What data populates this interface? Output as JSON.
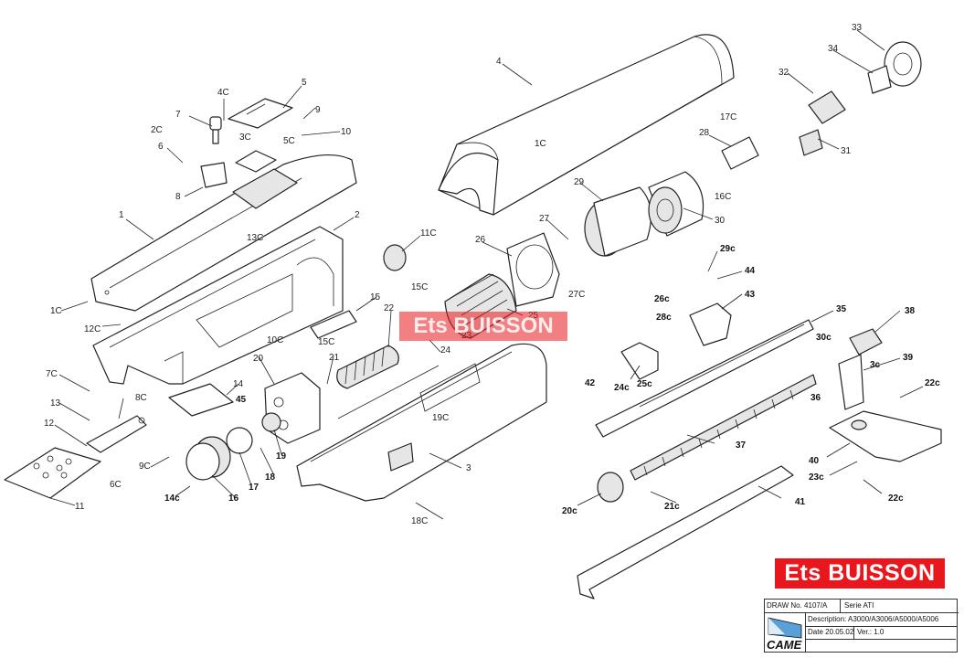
{
  "diagram": {
    "labels": [
      {
        "id": "1",
        "text": "1"
      },
      {
        "id": "1C",
        "text": "1C"
      },
      {
        "id": "1C-b",
        "text": "1C"
      },
      {
        "id": "2",
        "text": "2"
      },
      {
        "id": "2C",
        "text": "2C"
      },
      {
        "id": "3",
        "text": "3"
      },
      {
        "id": "3C",
        "text": "3C"
      },
      {
        "id": "4",
        "text": "4"
      },
      {
        "id": "4C",
        "text": "4C"
      },
      {
        "id": "5",
        "text": "5"
      },
      {
        "id": "5C",
        "text": "5C"
      },
      {
        "id": "6",
        "text": "6"
      },
      {
        "id": "6C",
        "text": "6C"
      },
      {
        "id": "7",
        "text": "7"
      },
      {
        "id": "7C",
        "text": "7C"
      },
      {
        "id": "8",
        "text": "8"
      },
      {
        "id": "8C",
        "text": "8C"
      },
      {
        "id": "9",
        "text": "9"
      },
      {
        "id": "9C",
        "text": "9C"
      },
      {
        "id": "10",
        "text": "10"
      },
      {
        "id": "10C",
        "text": "10C"
      },
      {
        "id": "11",
        "text": "11"
      },
      {
        "id": "11C",
        "text": "11C"
      },
      {
        "id": "12",
        "text": "12"
      },
      {
        "id": "12C",
        "text": "12C"
      },
      {
        "id": "13",
        "text": "13"
      },
      {
        "id": "13C",
        "text": "13C"
      },
      {
        "id": "14",
        "text": "14"
      },
      {
        "id": "14c",
        "text": "14c"
      },
      {
        "id": "15",
        "text": "15"
      },
      {
        "id": "15C",
        "text": "15C"
      },
      {
        "id": "15C-b",
        "text": "15C"
      },
      {
        "id": "16",
        "text": "16"
      },
      {
        "id": "16C",
        "text": "16C"
      },
      {
        "id": "17",
        "text": "17"
      },
      {
        "id": "17C",
        "text": "17C"
      },
      {
        "id": "18",
        "text": "18"
      },
      {
        "id": "18C",
        "text": "18C"
      },
      {
        "id": "19",
        "text": "19"
      },
      {
        "id": "19C",
        "text": "19C"
      },
      {
        "id": "20",
        "text": "20"
      },
      {
        "id": "20c",
        "text": "20c"
      },
      {
        "id": "21",
        "text": "21"
      },
      {
        "id": "21c",
        "text": "21c"
      },
      {
        "id": "22",
        "text": "22"
      },
      {
        "id": "22c",
        "text": "22c"
      },
      {
        "id": "22c-b",
        "text": "22c"
      },
      {
        "id": "23",
        "text": "23"
      },
      {
        "id": "23c",
        "text": "23c"
      },
      {
        "id": "24",
        "text": "24"
      },
      {
        "id": "24c",
        "text": "24c"
      },
      {
        "id": "25",
        "text": "25"
      },
      {
        "id": "25c",
        "text": "25c"
      },
      {
        "id": "26",
        "text": "26"
      },
      {
        "id": "26c",
        "text": "26c"
      },
      {
        "id": "27",
        "text": "27"
      },
      {
        "id": "27C",
        "text": "27C"
      },
      {
        "id": "28",
        "text": "28"
      },
      {
        "id": "28c",
        "text": "28c"
      },
      {
        "id": "29",
        "text": "29"
      },
      {
        "id": "29c",
        "text": "29c"
      },
      {
        "id": "30",
        "text": "30"
      },
      {
        "id": "30c",
        "text": "30c"
      },
      {
        "id": "31",
        "text": "31"
      },
      {
        "id": "32",
        "text": "32"
      },
      {
        "id": "33",
        "text": "33"
      },
      {
        "id": "34",
        "text": "34"
      },
      {
        "id": "35",
        "text": "35"
      },
      {
        "id": "36",
        "text": "36"
      },
      {
        "id": "37",
        "text": "37"
      },
      {
        "id": "38",
        "text": "38"
      },
      {
        "id": "39",
        "text": "39"
      },
      {
        "id": "3c",
        "text": "3c"
      },
      {
        "id": "40",
        "text": "40"
      },
      {
        "id": "41",
        "text": "41"
      },
      {
        "id": "42",
        "text": "42"
      },
      {
        "id": "43",
        "text": "43"
      },
      {
        "id": "44",
        "text": "44"
      },
      {
        "id": "45",
        "text": "45"
      }
    ]
  },
  "brand": {
    "text": "Ets BUISSON"
  },
  "watermark": {
    "text": "Ets BUISSON"
  },
  "title_block": {
    "draw_no": "DRAW No. 4107/A",
    "serie": "Serie ATI",
    "description": "Description: A3000/A3006/A5000/A5006",
    "date": "Date 20.05.02",
    "version": "Ver.: 1.0",
    "logo": "CAME"
  }
}
